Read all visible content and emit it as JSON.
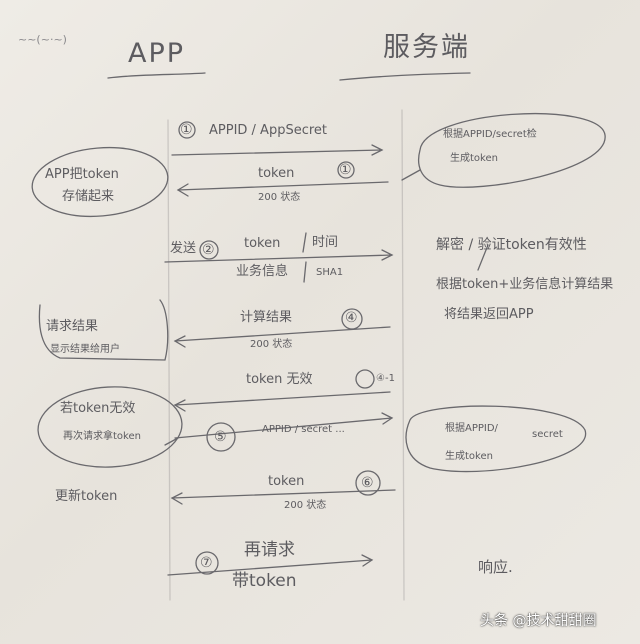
{
  "corner_scribble": "~~(~·~)",
  "participants": {
    "app": "APP",
    "server": "服务端"
  },
  "messages": {
    "m1": {
      "step": "①",
      "text": "APPID / AppSecret"
    },
    "m1_reply": {
      "step": "①",
      "text": "token",
      "sub": "200 状态"
    },
    "m2": {
      "prefix": "发送",
      "step": "②",
      "line1": "token",
      "line1b": "时间",
      "line2": "业务信息",
      "line2b": "SHA1"
    },
    "m4": {
      "step": "④",
      "text": "计算结果",
      "sub": "200 状态"
    },
    "m4_1": {
      "step": "④-1",
      "text": "token 无效"
    },
    "m5": {
      "step": "⑤",
      "text": "APPID / secret ..."
    },
    "m6": {
      "step": "⑥",
      "text": "token",
      "sub": "200 状态"
    },
    "m7": {
      "step": "⑦",
      "line1": "再请求",
      "line2": "带token"
    }
  },
  "app_notes": {
    "store": [
      "APP把token",
      "存储起来"
    ],
    "display": [
      "请求结果",
      "显示结果给用户"
    ],
    "invalid": [
      "若token无效",
      "再次请求拿token"
    ],
    "refresh": "更新token"
  },
  "server_notes": {
    "gen1": [
      "根据APPID/secret检",
      "生成token"
    ],
    "verify": "解密 / 验证token有效性",
    "process": [
      "根据token+业务信息计算结果",
      "将结果返回APP"
    ],
    "gen2": [
      "根据APPID/",
      "secret",
      "生成token"
    ],
    "done": "响应."
  },
  "watermark": "头条 @技术甜甜圈"
}
